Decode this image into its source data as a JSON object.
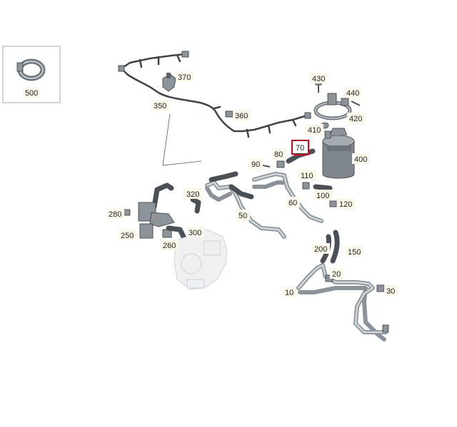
{
  "labels": {
    "p10": "10",
    "p20": "20",
    "p30": "30",
    "p50": "50",
    "p60": "60",
    "p70": "70",
    "p80": "80",
    "p90": "90",
    "p100": "100",
    "p110": "110",
    "p120": "120",
    "p150": "150",
    "p200": "200",
    "p250": "250",
    "p260": "260",
    "p280": "280",
    "p300": "300",
    "p320": "320",
    "p350": "350",
    "p360": "360",
    "p370": "370",
    "p400": "400",
    "p410": "410",
    "p420": "420",
    "p430": "430",
    "p440": "440",
    "p500": "500"
  },
  "highlight": {
    "part": "70",
    "color": "#d0021b"
  },
  "colors": {
    "label_background": "#fbf8ea",
    "hose": "#4a5056",
    "pipe": "#8b9298"
  }
}
